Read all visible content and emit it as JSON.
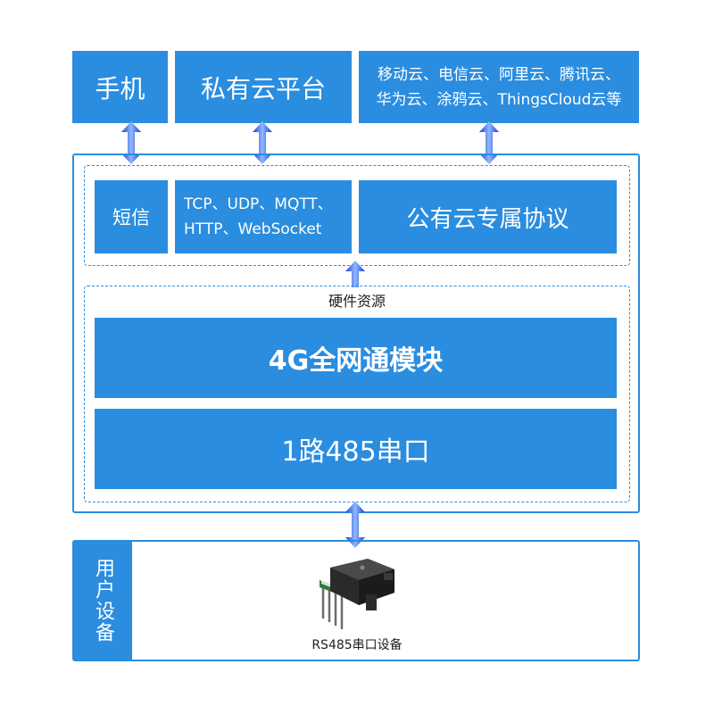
{
  "top": {
    "phone": "手机",
    "private_cloud": "私有云平台",
    "public_clouds_line1": "移动云、电信云、阿里云、腾讯云、",
    "public_clouds_line2": "华为云、涂鸦云、ThingsCloud云等"
  },
  "protocols": {
    "sms": "短信",
    "net_line1": "TCP、UDP、MQTT、",
    "net_line2": "HTTP、WebSocket",
    "public_cloud_protocol": "公有云专属协议"
  },
  "hardware": {
    "title": "硬件资源",
    "module_4g": "4G全网通模块",
    "serial": "1路485串口"
  },
  "user_device": {
    "side_label": "用户设备",
    "caption": "RS485串口设备"
  },
  "colors": {
    "accent": "#2a8ddf",
    "arrow_dark": "#1e3fd6",
    "arrow_light": "#8fb8ff"
  }
}
